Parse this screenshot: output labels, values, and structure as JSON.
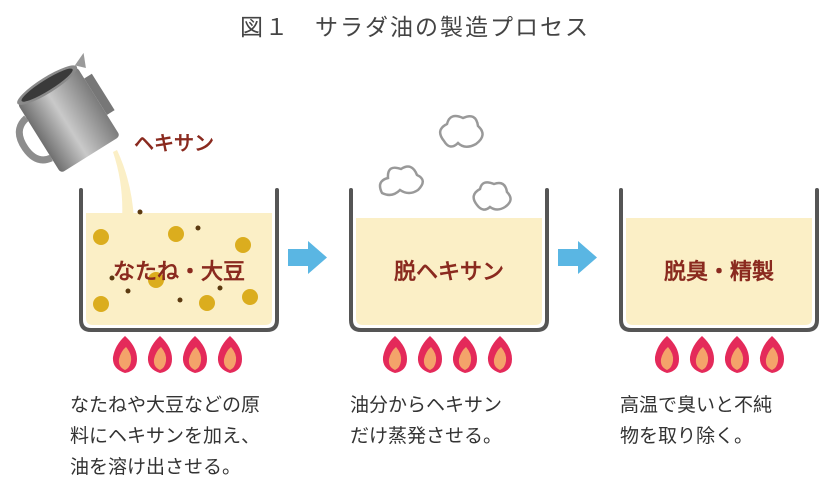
{
  "title": "図１　サラダ油の製造プロセス",
  "solvent_label": "ヘキサン",
  "colors": {
    "oil": "#fbefc6",
    "pot_wall": "#555555",
    "arrow": "#5ab6e3",
    "label_red": "#8a2a1f",
    "flame_outer": "#e42a5a",
    "flame_inner": "#f4a36a",
    "seed": "#dbad1e"
  },
  "steps": [
    {
      "label": "なたね・大豆",
      "desc": [
        "なたねや大豆などの原",
        "料にヘキサンを加え、",
        "油を溶け出させる。"
      ]
    },
    {
      "label": "脱ヘキサン",
      "desc": [
        "油分からヘキサン",
        "だけ蒸発させる。"
      ]
    },
    {
      "label": "脱臭・精製",
      "desc": [
        "高温で臭いと不純",
        "物を取り除く。"
      ]
    }
  ]
}
